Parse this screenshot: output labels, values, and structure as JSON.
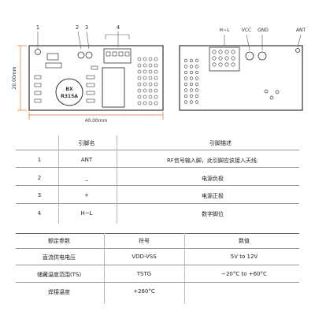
{
  "diagram": {
    "pin_numbers": [
      "1",
      "2",
      "3",
      "4"
    ],
    "dim_height": "20.00mm",
    "dim_width": "40.00mm",
    "chip_label_1": "BX",
    "chip_label_2": "R315A",
    "back_labels": {
      "hl": "H~L",
      "vcc": "VCC",
      "gnd": "GND",
      "ant": "ANT"
    }
  },
  "pin_table": {
    "headers": [
      "",
      "引脚名",
      "引脚描述"
    ],
    "rows": [
      {
        "num": "1",
        "name": "ANT",
        "desc": "RF信号输入脚，此引脚应该接入天线."
      },
      {
        "num": "2",
        "name": "_",
        "desc": "电源负极"
      },
      {
        "num": "3",
        "name": "+",
        "desc": "电源正极"
      },
      {
        "num": "4",
        "name": "H~L",
        "desc": "数字脚位"
      }
    ]
  },
  "param_table": {
    "headers": [
      "额定参数",
      "符号",
      "数值"
    ],
    "rows": [
      {
        "param": "直流供电电压",
        "symbol": "VDD-VSS",
        "value": "5V to 12V"
      },
      {
        "param": "储藏温度范围(TS)",
        "symbol": "TSTG",
        "value": "−20°C to +60°C"
      },
      {
        "param": "焊接温度",
        "symbol": "+260°C",
        "value": ""
      }
    ]
  },
  "colors": {
    "board_outline": "#333333",
    "dimension": "#e36c2f",
    "line": "#999999"
  }
}
